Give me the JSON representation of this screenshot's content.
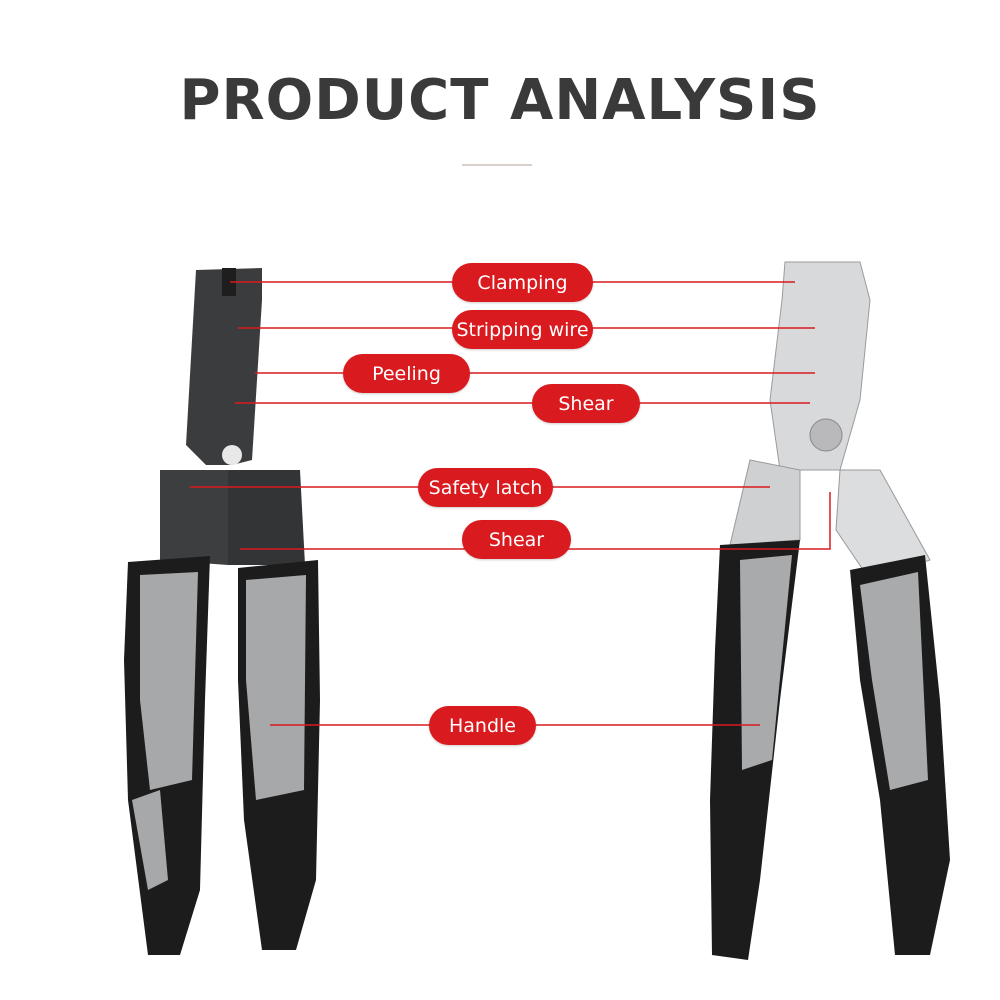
{
  "title": "PRODUCT ANALYSIS",
  "accent_color": "#d91a1f",
  "labels": {
    "clamping": "Clamping",
    "stripping_wire": "Stripping wire",
    "peeling": "Peeling",
    "shear_top": "Shear",
    "safety_latch": "Safety latch",
    "shear_bottom": "Shear",
    "handle": "Handle"
  }
}
